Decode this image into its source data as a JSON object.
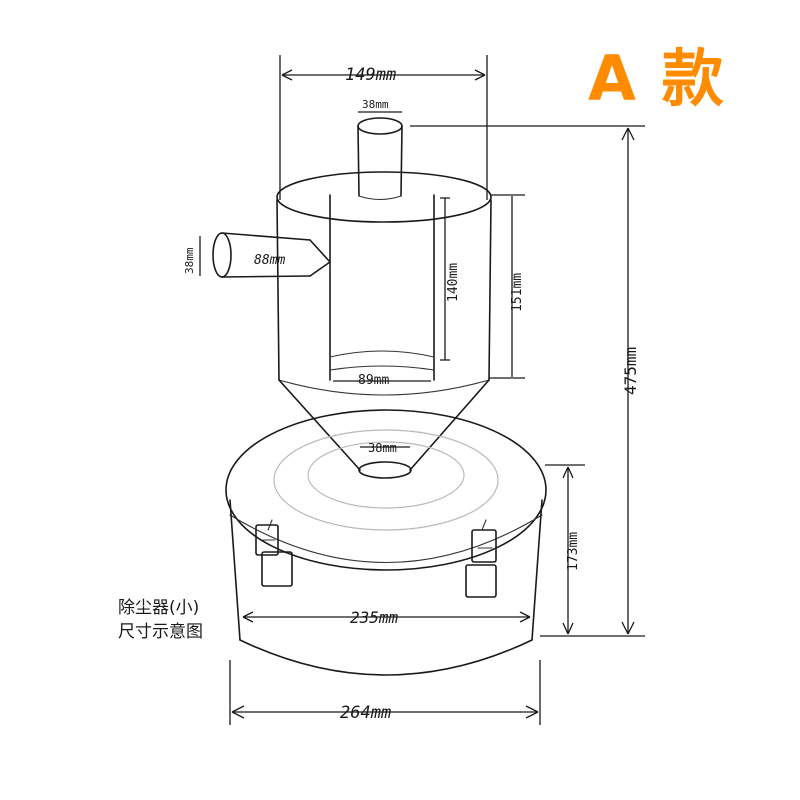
{
  "badge": {
    "text": "A 款",
    "color": "#ff8c00"
  },
  "caption": {
    "line1": "除尘器(小)",
    "line2": "尺寸示意图"
  },
  "dimensions": {
    "top_width": "149mm",
    "top_pipe": "38mm",
    "side_pipe_diameter": "38mm",
    "side_pipe_length": "88mm",
    "inner_tube_height": "140mm",
    "cylinder_height": "151mm",
    "inner_tube_diameter": "89mm",
    "cone_outlet": "38mm",
    "total_height": "475mm",
    "bucket_height": "173mm",
    "bucket_inner_diameter": "235mm",
    "bucket_outer_diameter": "264mm"
  },
  "colors": {
    "ink": "#1a1a1a",
    "background": "#ffffff",
    "accent": "#ff8c00"
  }
}
